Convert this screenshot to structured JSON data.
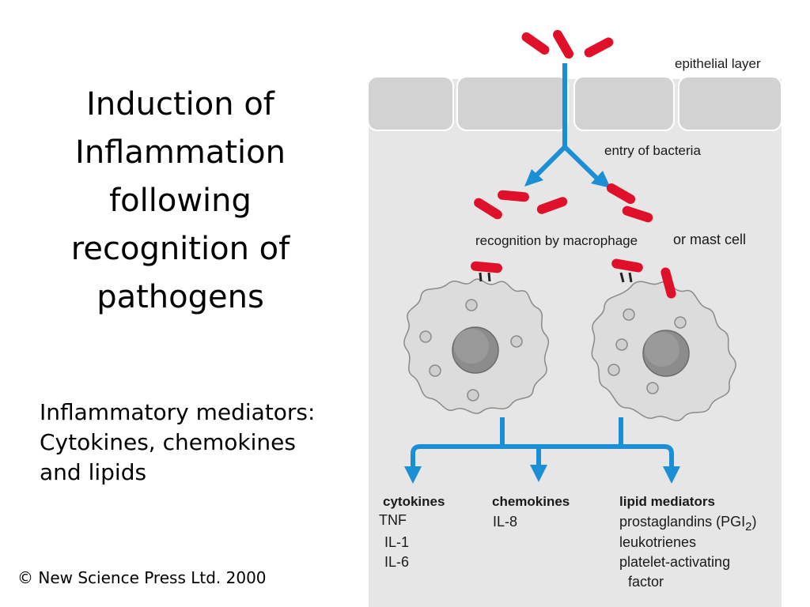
{
  "title_lines": [
    "Induction of",
    "Inflammation",
    "following",
    "recognition of",
    "pathogens"
  ],
  "mediators_lines": [
    "Inflammatory mediators:",
    "Cytokines, chemokines",
    "and lipids"
  ],
  "copyright": "© New Science Press Ltd. 2000",
  "diagram": {
    "epithelial_label": "epithelial layer",
    "entry_label": "entry of bacteria",
    "recognition_label": "recognition by macrophage",
    "or_mast_cell": "or mast cell",
    "columns": {
      "cytokines": {
        "heading": "cytokines",
        "items": [
          "TNF",
          "IL-1",
          "IL-6"
        ]
      },
      "chemokines": {
        "heading": "chemokines",
        "items": [
          "IL-8"
        ]
      },
      "lipid_mediators": {
        "heading": "lipid mediators",
        "prostaglandins": "prostaglandins (PGI",
        "prostaglandins_sub": "2",
        "prostaglandins_end": ")",
        "items": [
          "leukotrienes",
          "platelet-activating",
          "factor"
        ]
      }
    },
    "colors": {
      "arrow": "#1a8fd6",
      "bacteria": "#e0102a",
      "background": "#e6e6e6",
      "cell": "#dcdcdc"
    }
  }
}
